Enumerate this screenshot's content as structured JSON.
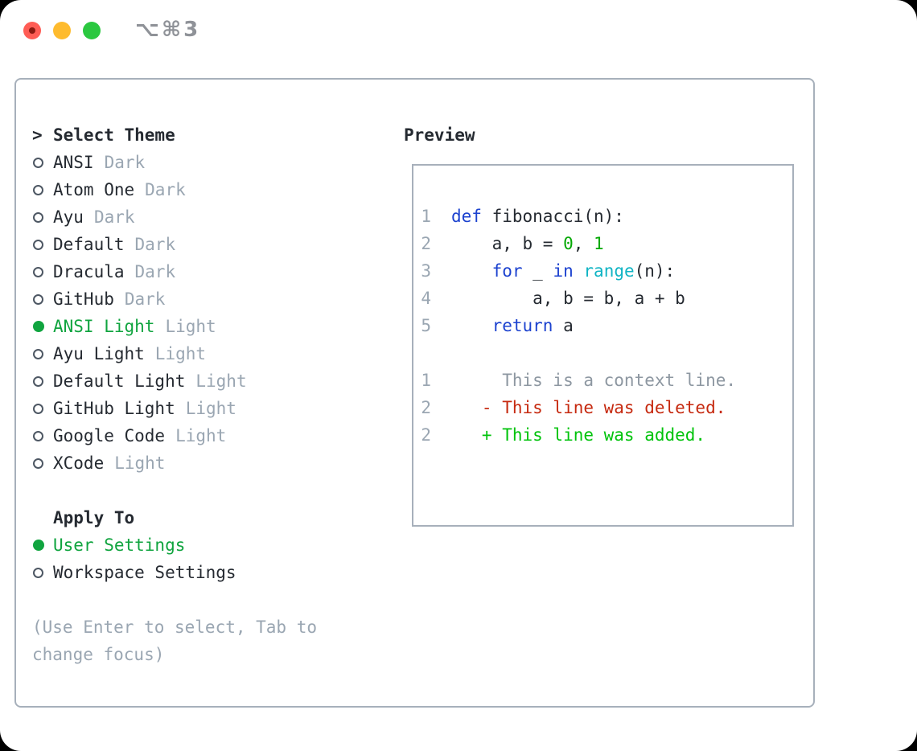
{
  "window": {
    "title": "⌥⌘3"
  },
  "theme_panel": {
    "cursor": ">",
    "heading": "Select Theme",
    "themes": [
      {
        "name": "ANSI",
        "variant": "Dark",
        "selected": false
      },
      {
        "name": "Atom One",
        "variant": "Dark",
        "selected": false
      },
      {
        "name": "Ayu",
        "variant": "Dark",
        "selected": false
      },
      {
        "name": "Default",
        "variant": "Dark",
        "selected": false
      },
      {
        "name": "Dracula",
        "variant": "Dark",
        "selected": false
      },
      {
        "name": "GitHub",
        "variant": "Dark",
        "selected": false
      },
      {
        "name": "ANSI Light",
        "variant": "Light",
        "selected": true
      },
      {
        "name": "Ayu Light",
        "variant": "Light",
        "selected": false
      },
      {
        "name": "Default Light",
        "variant": "Light",
        "selected": false
      },
      {
        "name": "GitHub Light",
        "variant": "Light",
        "selected": false
      },
      {
        "name": "Google Code",
        "variant": "Light",
        "selected": false
      },
      {
        "name": "XCode",
        "variant": "Light",
        "selected": false
      }
    ],
    "apply_heading": "Apply To",
    "apply_options": [
      {
        "name": "User Settings",
        "selected": true
      },
      {
        "name": "Workspace Settings",
        "selected": false
      }
    ],
    "hint": "(Use Enter to select, Tab to change focus)"
  },
  "preview": {
    "heading": "Preview",
    "lines": [
      {
        "n": "1",
        "tokens": [
          {
            "t": "def",
            "c": "keyword"
          },
          {
            "t": " fibonacci(n):",
            "c": "plain"
          }
        ]
      },
      {
        "n": "2",
        "tokens": [
          {
            "t": "    a, b = ",
            "c": "plain"
          },
          {
            "t": "0",
            "c": "number"
          },
          {
            "t": ", ",
            "c": "plain"
          },
          {
            "t": "1",
            "c": "number"
          }
        ]
      },
      {
        "n": "3",
        "tokens": [
          {
            "t": "    ",
            "c": "plain"
          },
          {
            "t": "for",
            "c": "keyword"
          },
          {
            "t": " _ ",
            "c": "plain"
          },
          {
            "t": "in",
            "c": "keyword"
          },
          {
            "t": " ",
            "c": "plain"
          },
          {
            "t": "range",
            "c": "builtin"
          },
          {
            "t": "(n):",
            "c": "plain"
          }
        ]
      },
      {
        "n": "4",
        "tokens": [
          {
            "t": "        a, b = b, a + b",
            "c": "plain"
          }
        ]
      },
      {
        "n": "5",
        "tokens": [
          {
            "t": "    ",
            "c": "plain"
          },
          {
            "t": "return",
            "c": "keyword"
          },
          {
            "t": " a",
            "c": "plain"
          }
        ]
      },
      {
        "n": "",
        "tokens": []
      },
      {
        "n": "1",
        "tokens": [
          {
            "t": "     This is a context line.",
            "c": "context"
          }
        ]
      },
      {
        "n": "2",
        "tokens": [
          {
            "t": "   - This line was deleted.",
            "c": "deleted"
          }
        ]
      },
      {
        "n": "2",
        "tokens": [
          {
            "t": "   + This line was added.",
            "c": "added"
          }
        ]
      }
    ]
  },
  "colors": {
    "fg": "#252a31",
    "muted": "#9aa6b2",
    "border": "#a7b0bb",
    "ring": "#4d5763",
    "selection_green": "#10a43f",
    "keyword_blue": "#1c42cf",
    "builtin_cyan": "#10b4c4",
    "number_green": "#05a805",
    "added_green": "#00c30b",
    "deleted_red": "#c6290f",
    "context_gray": "#8d97a1",
    "title_gray": "#8f9298",
    "traffic_red": "#ff5d55",
    "traffic_red_dot": "#8c1a11",
    "traffic_yellow": "#febb2e",
    "traffic_green": "#2bc840",
    "window_bg": "#ffffff",
    "page_bg": "#000000"
  }
}
